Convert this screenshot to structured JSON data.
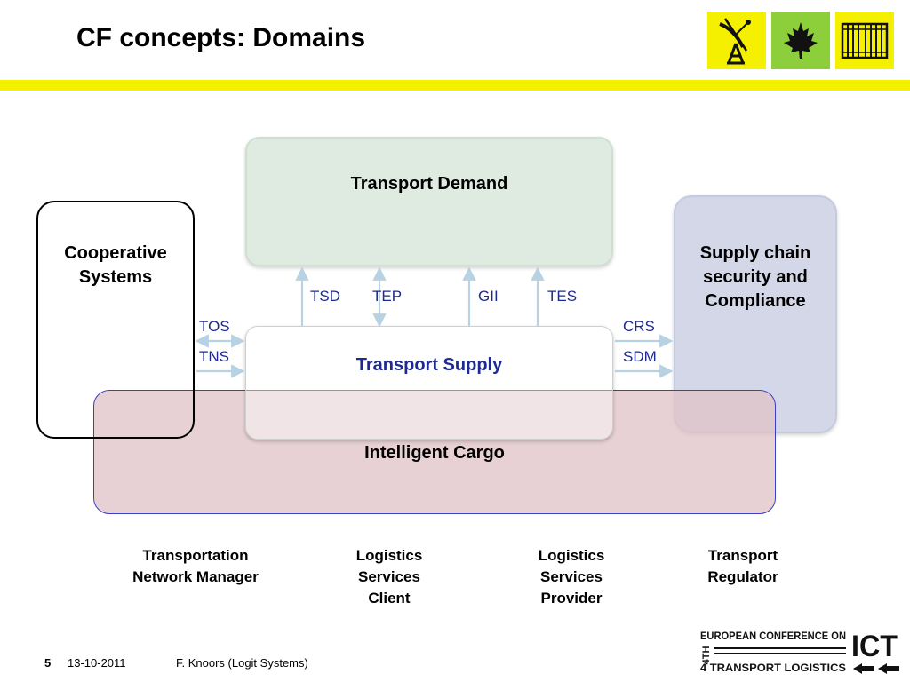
{
  "slide": {
    "title": "CF concepts: Domains",
    "accent_color": "#f5f000"
  },
  "header_logos": [
    {
      "icon": "radar-antenna-icon",
      "background": "#f5f000"
    },
    {
      "icon": "maple-leaf-icon",
      "background": "#8ccf3a"
    },
    {
      "icon": "shipping-container-icon",
      "background": "#f5f000"
    }
  ],
  "domains": {
    "transport_demand": "Transport Demand",
    "supply_chain_security": [
      "Supply chain",
      "security and",
      "Compliance"
    ],
    "cooperative_systems": [
      "Cooperative",
      "Systems"
    ],
    "transport_supply": "Transport Supply",
    "intelligent_cargo": "Intelligent Cargo"
  },
  "interfaces": {
    "tsd": "TSD",
    "tep": "TEP",
    "gii": "GII",
    "tes": "TES",
    "tos": "TOS",
    "tns": "TNS",
    "crs": "CRS",
    "sdm": "SDM"
  },
  "roles": [
    [
      "Transportation",
      "Network Manager"
    ],
    [
      "Logistics",
      "Services",
      "Client"
    ],
    [
      "Logistics",
      "Services",
      "Provider"
    ],
    [
      "Transport",
      "Regulator"
    ]
  ],
  "footer": {
    "page_number": "5",
    "date": "13-10-2011",
    "author": "F. Knoors (Logit Systems)"
  },
  "conference_logo": {
    "line1": "EUROPEAN CONFERENCE ON",
    "edition": "4TH",
    "line2": "4 TRANSPORT LOGISTICS",
    "acronym": "ICT"
  }
}
